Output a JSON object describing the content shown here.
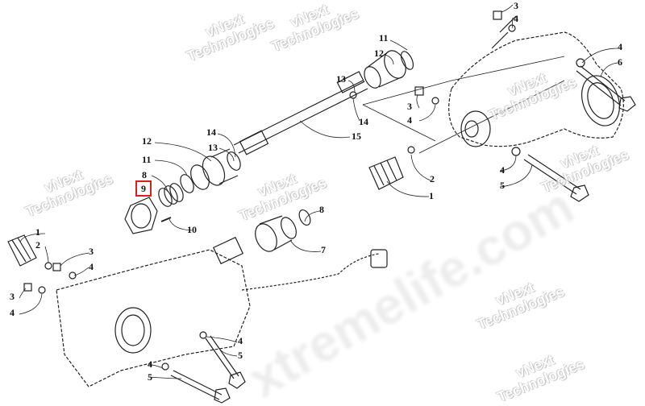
{
  "diagram": {
    "type": "exploded parts diagram",
    "callouts": [
      {
        "id": "c1",
        "text": "3"
      },
      {
        "id": "c2",
        "text": "4"
      },
      {
        "id": "c3",
        "text": "4"
      },
      {
        "id": "c4",
        "text": "6"
      },
      {
        "id": "c5",
        "text": "11"
      },
      {
        "id": "c6",
        "text": "12"
      },
      {
        "id": "c7",
        "text": "13"
      },
      {
        "id": "c8",
        "text": "3"
      },
      {
        "id": "c9",
        "text": "4"
      },
      {
        "id": "c10",
        "text": "14"
      },
      {
        "id": "c11",
        "text": "15"
      },
      {
        "id": "c12",
        "text": "14"
      },
      {
        "id": "c13",
        "text": "13"
      },
      {
        "id": "c14",
        "text": "12"
      },
      {
        "id": "c15",
        "text": "11"
      },
      {
        "id": "c16",
        "text": "8"
      },
      {
        "id": "c17",
        "text": "9",
        "highlighted": true
      },
      {
        "id": "c18",
        "text": "10"
      },
      {
        "id": "c19",
        "text": "2"
      },
      {
        "id": "c20",
        "text": "1"
      },
      {
        "id": "c21",
        "text": "4"
      },
      {
        "id": "c22",
        "text": "5"
      },
      {
        "id": "c23",
        "text": "8"
      },
      {
        "id": "c24",
        "text": "7"
      },
      {
        "id": "c25",
        "text": "1"
      },
      {
        "id": "c26",
        "text": "2"
      },
      {
        "id": "c27",
        "text": "3"
      },
      {
        "id": "c28",
        "text": "4"
      },
      {
        "id": "c29",
        "text": "3"
      },
      {
        "id": "c30",
        "text": "4"
      },
      {
        "id": "c31",
        "text": "4"
      },
      {
        "id": "c32",
        "text": "5"
      },
      {
        "id": "c33",
        "text": "4"
      },
      {
        "id": "c34",
        "text": "5"
      }
    ],
    "highlight_color": "#d42020"
  },
  "watermarks": {
    "small": "vNext Technologies",
    "small_line1": "vNext",
    "small_line2": "Technologies",
    "large": "xtremelife.com"
  }
}
